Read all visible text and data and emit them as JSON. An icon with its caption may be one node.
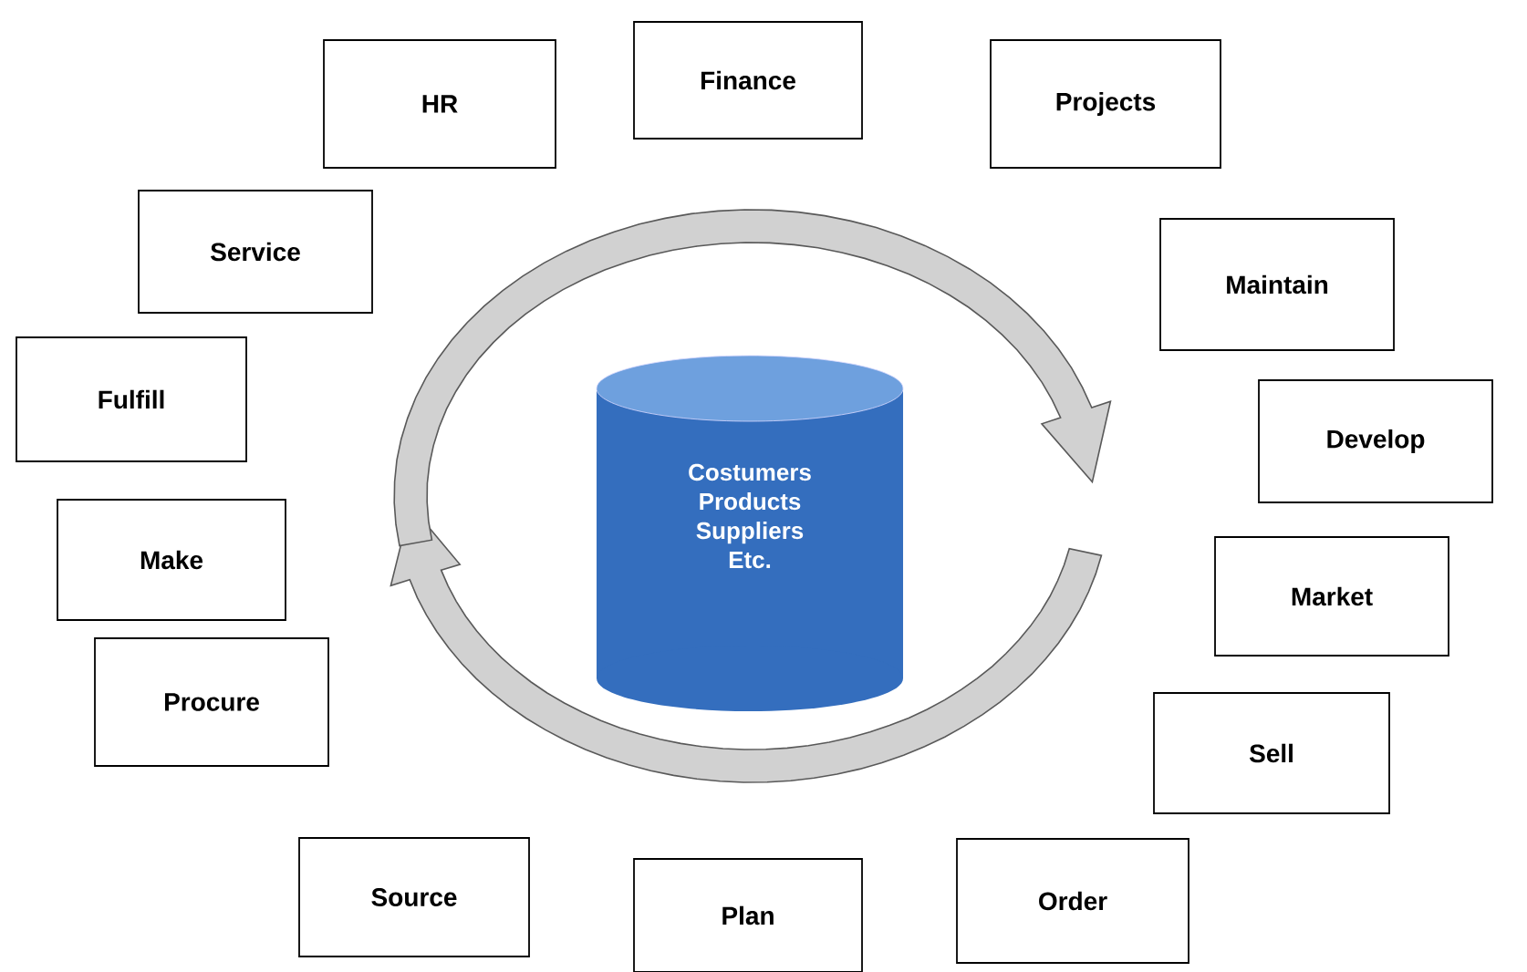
{
  "diagram": {
    "nodes": [
      {
        "text": [
          "HR"
        ]
      },
      {
        "text": [
          "Finance"
        ]
      },
      {
        "text": [
          "Projects"
        ]
      },
      {
        "text": [
          "Service"
        ]
      },
      {
        "text": [
          "Maintain"
        ]
      },
      {
        "text": [
          "Fulfill"
        ]
      },
      {
        "text": [
          "Develop"
        ]
      },
      {
        "text": [
          "Make"
        ]
      },
      {
        "text": [
          "Market"
        ]
      },
      {
        "text": [
          "Procure"
        ]
      },
      {
        "text": [
          "Sell"
        ]
      },
      {
        "text": [
          "Source"
        ]
      },
      {
        "text": [
          "Plan"
        ]
      },
      {
        "text": [
          "Order"
        ]
      },
      {
        "text": [
          "Costumers Products Suppliers Etc."
        ]
      }
    ]
  }
}
